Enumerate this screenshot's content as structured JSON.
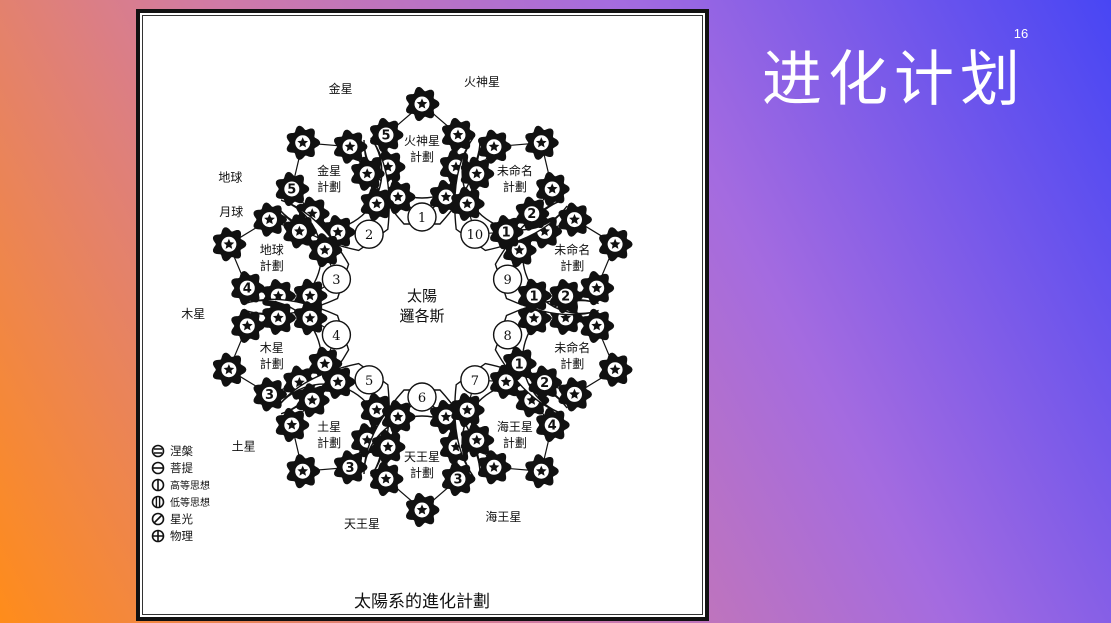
{
  "slide": {
    "number": "16",
    "title": "进化计划"
  },
  "diagram": {
    "center_label": [
      "太陽",
      "邏各斯"
    ],
    "caption": "太陽系的進化計劃",
    "schemes": [
      {
        "number": "1",
        "title_lines": [
          "火神星",
          "計劃"
        ],
        "outer_label": "火神星",
        "marked_globe": "5"
      },
      {
        "number": "2",
        "title_lines": [
          "金星",
          "計劃"
        ],
        "outer_label": "金星",
        "marked_globe": "5"
      },
      {
        "number": "3",
        "title_lines": [
          "地球",
          "計劃"
        ],
        "outer_label": "地球",
        "inner_label": "月球",
        "marked_globe": "4"
      },
      {
        "number": "4",
        "title_lines": [
          "木星",
          "計劃"
        ],
        "outer_label": "木星",
        "marked_globe": "3"
      },
      {
        "number": "5",
        "title_lines": [
          "土星",
          "計劃"
        ],
        "outer_label": "土星",
        "marked_globe": "3"
      },
      {
        "number": "6",
        "title_lines": [
          "天王星",
          "計劃"
        ],
        "outer_label": "天王星",
        "marked_globe": "3"
      },
      {
        "number": "7",
        "title_lines": [
          "海王星",
          "計劃"
        ],
        "outer_label": "海王星",
        "marked_globe": "4"
      },
      {
        "number": "8",
        "title_lines": [
          "未命名",
          "計劃"
        ],
        "marked_globes": [
          "1",
          "2"
        ]
      },
      {
        "number": "9",
        "title_lines": [
          "未命名",
          "計劃"
        ],
        "marked_globes": [
          "1",
          "2"
        ]
      },
      {
        "number": "10",
        "title_lines": [
          "未命名",
          "計劃"
        ],
        "marked_globes": [
          "1",
          "2"
        ]
      }
    ],
    "legend": [
      {
        "icon": "nirvana-plane-icon",
        "label": "涅槃"
      },
      {
        "icon": "buddhic-plane-icon",
        "label": "菩提"
      },
      {
        "icon": "higher-mental-plane-icon",
        "label": "高等思想"
      },
      {
        "icon": "lower-mental-plane-icon",
        "label": "低等思想"
      },
      {
        "icon": "astral-plane-icon",
        "label": "星光"
      },
      {
        "icon": "physical-plane-icon",
        "label": "物理"
      }
    ],
    "colors": {
      "ink": "#111111",
      "paper": "#ffffff"
    }
  }
}
